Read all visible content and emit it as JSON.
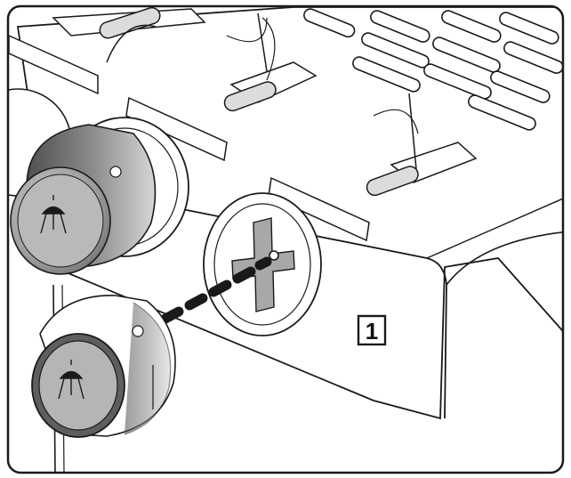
{
  "diagram": {
    "step_label": "1",
    "colors": {
      "outline": "#1a1a1a",
      "knob_dark": "#5e5e5e",
      "knob_mid": "#9a9a9a",
      "knob_light": "#c8c8c8",
      "knob_face": "#b5b5b5",
      "panel": "#ffffff",
      "shaft": "#a8a8a8",
      "dash": "#1a1a1a"
    },
    "icons": {
      "frame": "frame-border",
      "knob_installed": "control-knob-installed",
      "knob_detached": "control-knob-detached",
      "bezel": "knob-bezel",
      "valve_stem": "valve-stem",
      "grill_logo": "kettle-grill-logo-icon",
      "burner": "burner-tube",
      "step_badge": "step-number-badge"
    }
  }
}
